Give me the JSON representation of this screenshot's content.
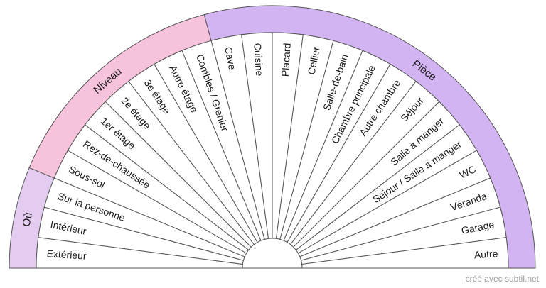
{
  "groups": [
    {
      "label": "Où",
      "color": "#e3ccf0",
      "from": 0,
      "to": 3
    },
    {
      "label": "Niveau",
      "color": "#f7c2dc",
      "from": 3,
      "to": 10
    },
    {
      "label": "Pièce",
      "color": "#d3b4f2",
      "from": 10,
      "to": 24
    }
  ],
  "segments": [
    "Extérieur",
    "Intérieur",
    "Sur la personne",
    "Sous-sol",
    "Rez-de-chaussée",
    "1er étage",
    "2e étage",
    "3e étage",
    "Autre étage",
    "Combles / Grenier",
    "Cave",
    "Cuisine",
    "Placard",
    "Cellier",
    "Salle-de-bain",
    "Chambre principale",
    "Autre chambre",
    "Séjour",
    "Salle à manger",
    "Séjour / Salle à manger",
    "WC",
    "Véranda",
    "Garage",
    "Autre"
  ],
  "credit": "créé avec subtil.net"
}
